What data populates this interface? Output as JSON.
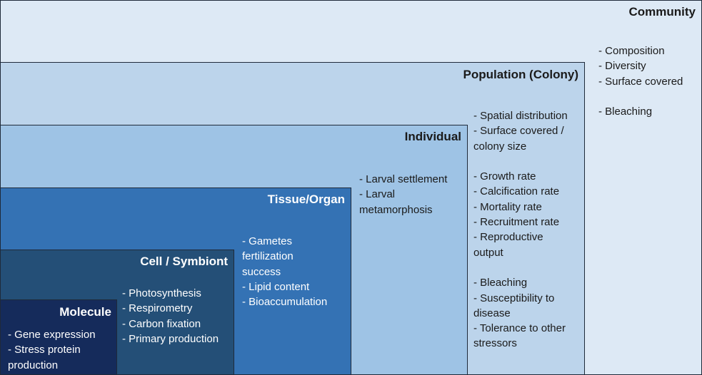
{
  "levels": {
    "community": {
      "title": "Community",
      "items": [
        "- Composition",
        "- Diversity",
        "- Surface covered",
        "",
        "- Bleaching"
      ]
    },
    "population": {
      "title": "Population (Colony)",
      "items": [
        "- Spatial distribution",
        "- Surface covered /",
        "colony size",
        "",
        "- Growth rate",
        "- Calcification rate",
        "- Mortality rate",
        "- Recruitment rate",
        "- Reproductive",
        "output",
        "",
        "- Bleaching",
        "- Susceptibility to",
        "disease",
        "- Tolerance to other",
        "stressors"
      ]
    },
    "individual": {
      "title": "Individual",
      "items": [
        "- Larval settlement",
        "- Larval",
        "metamorphosis"
      ]
    },
    "tissue": {
      "title": "Tissue/Organ",
      "items": [
        "- Gametes",
        "fertilization",
        "success",
        "- Lipid content",
        "- Bioaccumulation"
      ]
    },
    "cell": {
      "title": "Cell / Symbiont",
      "items": [
        "- Photosynthesis",
        "- Respirometry",
        "- Carbon fixation",
        "- Primary production"
      ]
    },
    "molecule": {
      "title": "Molecule",
      "items": [
        "- Gene expression",
        "- Stress protein",
        "production"
      ]
    }
  },
  "colors": {
    "community": "#dde9f5",
    "population": "#bcd4eb",
    "individual": "#9ec3e5",
    "tissue": "#3472b4",
    "cell": "#244f77",
    "molecule": "#152b5b"
  }
}
